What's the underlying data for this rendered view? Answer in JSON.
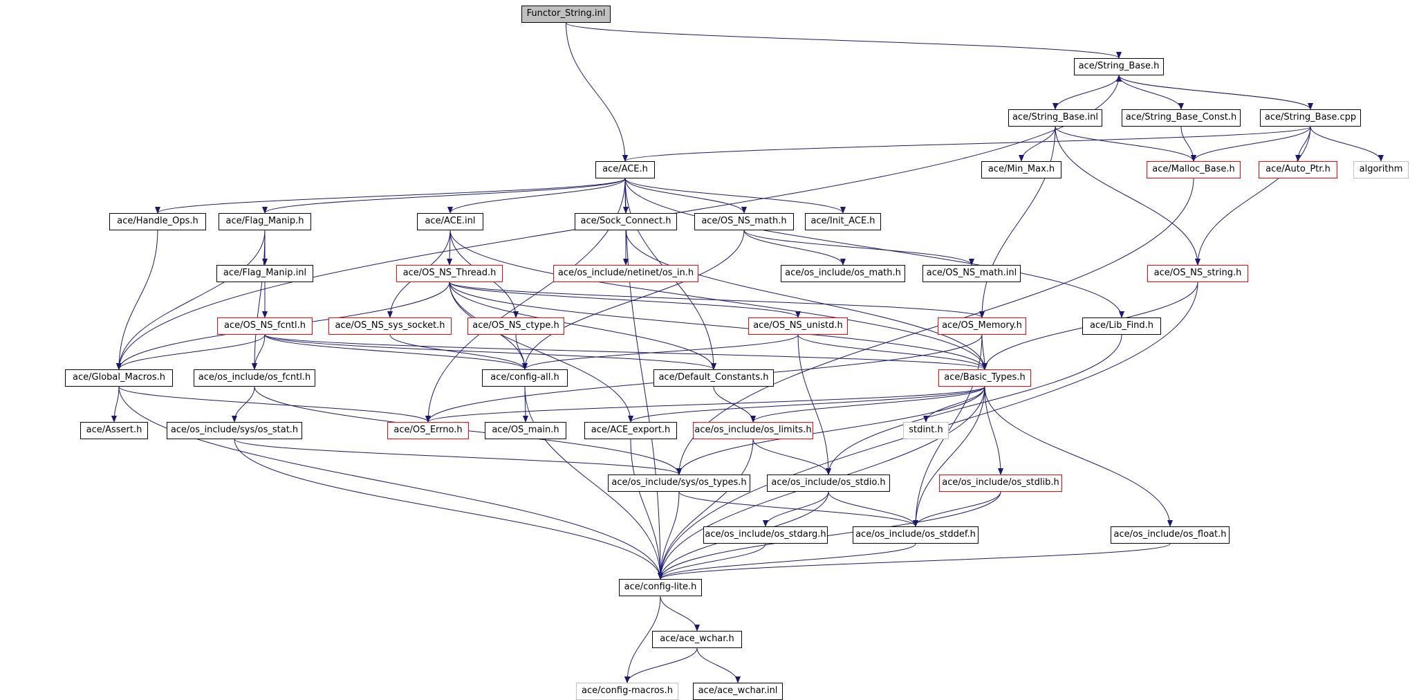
{
  "graph": {
    "edge_color": "#191970",
    "nodes": [
      {
        "id": "functor_string_inl",
        "label": "Functor_String.inl",
        "style": "root"
      },
      {
        "id": "string_base_h",
        "label": "ace/String_Base.h",
        "style": "black"
      },
      {
        "id": "string_base_inl",
        "label": "ace/String_Base.inl",
        "style": "black"
      },
      {
        "id": "string_base_const_h",
        "label": "ace/String_Base_Const.h",
        "style": "black"
      },
      {
        "id": "string_base_cpp",
        "label": "ace/String_Base.cpp",
        "style": "black"
      },
      {
        "id": "ace_h",
        "label": "ace/ACE.h",
        "style": "black"
      },
      {
        "id": "min_max_h",
        "label": "ace/Min_Max.h",
        "style": "black"
      },
      {
        "id": "malloc_base_h",
        "label": "ace/Malloc_Base.h",
        "style": "red"
      },
      {
        "id": "auto_ptr_h",
        "label": "ace/Auto_Ptr.h",
        "style": "red"
      },
      {
        "id": "algorithm",
        "label": "algorithm",
        "style": "gray"
      },
      {
        "id": "handle_ops_h",
        "label": "ace/Handle_Ops.h",
        "style": "black"
      },
      {
        "id": "flag_manip_h",
        "label": "ace/Flag_Manip.h",
        "style": "black"
      },
      {
        "id": "ace_inl",
        "label": "ace/ACE.inl",
        "style": "black"
      },
      {
        "id": "sock_connect_h",
        "label": "ace/Sock_Connect.h",
        "style": "black"
      },
      {
        "id": "os_ns_math_h",
        "label": "ace/OS_NS_math.h",
        "style": "black"
      },
      {
        "id": "init_ace_h",
        "label": "ace/Init_ACE.h",
        "style": "black"
      },
      {
        "id": "flag_manip_inl",
        "label": "ace/Flag_Manip.inl",
        "style": "black"
      },
      {
        "id": "os_ns_thread_h",
        "label": "ace/OS_NS_Thread.h",
        "style": "red"
      },
      {
        "id": "netinet_os_in_h",
        "label": "ace/os_include/netinet/os_in.h",
        "style": "red"
      },
      {
        "id": "os_math_h",
        "label": "ace/os_include/os_math.h",
        "style": "black"
      },
      {
        "id": "os_ns_math_inl",
        "label": "ace/OS_NS_math.inl",
        "style": "black"
      },
      {
        "id": "os_ns_string_h",
        "label": "ace/OS_NS_string.h",
        "style": "red"
      },
      {
        "id": "os_ns_fcntl_h",
        "label": "ace/OS_NS_fcntl.h",
        "style": "red"
      },
      {
        "id": "os_ns_sys_socket_h",
        "label": "ace/OS_NS_sys_socket.h",
        "style": "red"
      },
      {
        "id": "os_ns_ctype_h",
        "label": "ace/OS_NS_ctype.h",
        "style": "red"
      },
      {
        "id": "os_ns_unistd_h",
        "label": "ace/OS_NS_unistd.h",
        "style": "red"
      },
      {
        "id": "os_memory_h",
        "label": "ace/OS_Memory.h",
        "style": "red"
      },
      {
        "id": "lib_find_h",
        "label": "ace/Lib_Find.h",
        "style": "black"
      },
      {
        "id": "global_macros_h",
        "label": "ace/Global_Macros.h",
        "style": "black"
      },
      {
        "id": "os_fcntl_h",
        "label": "ace/os_include/os_fcntl.h",
        "style": "black"
      },
      {
        "id": "config_all_h",
        "label": "ace/config-all.h",
        "style": "black"
      },
      {
        "id": "default_constants_h",
        "label": "ace/Default_Constants.h",
        "style": "black"
      },
      {
        "id": "basic_types_h",
        "label": "ace/Basic_Types.h",
        "style": "red"
      },
      {
        "id": "assert_h",
        "label": "ace/Assert.h",
        "style": "black"
      },
      {
        "id": "sys_os_stat_h",
        "label": "ace/os_include/sys/os_stat.h",
        "style": "black"
      },
      {
        "id": "os_errno_h",
        "label": "ace/OS_Errno.h",
        "style": "red"
      },
      {
        "id": "os_main_h",
        "label": "ace/OS_main.h",
        "style": "black"
      },
      {
        "id": "ace_export_h",
        "label": "ace/ACE_export.h",
        "style": "black"
      },
      {
        "id": "os_limits_h",
        "label": "ace/os_include/os_limits.h",
        "style": "red"
      },
      {
        "id": "stdint_h",
        "label": "stdint.h",
        "style": "gray"
      },
      {
        "id": "sys_os_types_h",
        "label": "ace/os_include/sys/os_types.h",
        "style": "black"
      },
      {
        "id": "os_stdio_h",
        "label": "ace/os_include/os_stdio.h",
        "style": "black"
      },
      {
        "id": "os_stdlib_h",
        "label": "ace/os_include/os_stdlib.h",
        "style": "red"
      },
      {
        "id": "os_stdarg_h",
        "label": "ace/os_include/os_stdarg.h",
        "style": "black"
      },
      {
        "id": "os_stddef_h",
        "label": "ace/os_include/os_stddef.h",
        "style": "black"
      },
      {
        "id": "os_float_h",
        "label": "ace/os_include/os_float.h",
        "style": "black"
      },
      {
        "id": "config_lite_h",
        "label": "ace/config-lite.h",
        "style": "black"
      },
      {
        "id": "ace_wchar_h",
        "label": "ace/ace_wchar.h",
        "style": "black"
      },
      {
        "id": "config_macros_h",
        "label": "ace/config-macros.h",
        "style": "gray"
      },
      {
        "id": "ace_wchar_inl",
        "label": "ace/ace_wchar.inl",
        "style": "black"
      }
    ],
    "edges": [
      [
        "functor_string_inl",
        "string_base_h"
      ],
      [
        "functor_string_inl",
        "ace_h"
      ],
      [
        "string_base_h",
        "global_macros_h"
      ],
      [
        "string_base_h",
        "string_base_inl"
      ],
      [
        "string_base_h",
        "string_base_const_h"
      ],
      [
        "string_base_h",
        "string_base_cpp"
      ],
      [
        "string_base_cpp",
        "string_base_h"
      ],
      [
        "string_base_inl",
        "min_max_h"
      ],
      [
        "string_base_inl",
        "malloc_base_h"
      ],
      [
        "string_base_inl",
        "os_ns_string_h"
      ],
      [
        "string_base_inl",
        "os_memory_h"
      ],
      [
        "string_base_const_h",
        "malloc_base_h"
      ],
      [
        "string_base_cpp",
        "ace_h"
      ],
      [
        "string_base_cpp",
        "malloc_base_h"
      ],
      [
        "string_base_cpp",
        "auto_ptr_h"
      ],
      [
        "string_base_cpp",
        "algorithm"
      ],
      [
        "string_base_cpp",
        "os_ns_string_h"
      ],
      [
        "malloc_base_h",
        "sys_os_types_h"
      ],
      [
        "ace_h",
        "config_lite_h"
      ],
      [
        "ace_h",
        "handle_ops_h"
      ],
      [
        "ace_h",
        "flag_manip_h"
      ],
      [
        "ace_h",
        "ace_inl"
      ],
      [
        "ace_h",
        "sock_connect_h"
      ],
      [
        "ace_h",
        "os_ns_math_h"
      ],
      [
        "ace_h",
        "init_ace_h"
      ],
      [
        "ace_h",
        "lib_find_h"
      ],
      [
        "ace_h",
        "default_constants_h"
      ],
      [
        "ace_h",
        "os_errno_h"
      ],
      [
        "handle_ops_h",
        "global_macros_h"
      ],
      [
        "flag_manip_h",
        "flag_manip_inl"
      ],
      [
        "flag_manip_h",
        "global_macros_h"
      ],
      [
        "flag_manip_h",
        "os_fcntl_h"
      ],
      [
        "flag_manip_inl",
        "os_ns_fcntl_h"
      ],
      [
        "ace_inl",
        "os_ns_thread_h"
      ],
      [
        "ace_inl",
        "os_ns_sys_socket_h"
      ],
      [
        "ace_inl",
        "os_ns_ctype_h"
      ],
      [
        "ace_inl",
        "basic_types_h"
      ],
      [
        "sock_connect_h",
        "netinet_os_in_h"
      ],
      [
        "sock_connect_h",
        "basic_types_h"
      ],
      [
        "os_ns_math_h",
        "os_math_h"
      ],
      [
        "os_ns_math_h",
        "os_ns_math_inl"
      ],
      [
        "os_ns_math_h",
        "config_all_h"
      ],
      [
        "os_ns_thread_h",
        "global_macros_h"
      ],
      [
        "os_ns_thread_h",
        "config_all_h"
      ],
      [
        "os_ns_thread_h",
        "default_constants_h"
      ],
      [
        "os_ns_thread_h",
        "os_ns_unistd_h"
      ],
      [
        "os_ns_thread_h",
        "os_memory_h"
      ],
      [
        "os_ns_thread_h",
        "ace_export_h"
      ],
      [
        "os_ns_thread_h",
        "basic_types_h"
      ],
      [
        "os_ns_fcntl_h",
        "global_macros_h"
      ],
      [
        "os_ns_fcntl_h",
        "os_fcntl_h"
      ],
      [
        "os_ns_fcntl_h",
        "config_all_h"
      ],
      [
        "os_ns_fcntl_h",
        "default_constants_h"
      ],
      [
        "os_ns_fcntl_h",
        "basic_types_h"
      ],
      [
        "os_ns_sys_socket_h",
        "config_all_h"
      ],
      [
        "os_ns_ctype_h",
        "config_all_h"
      ],
      [
        "os_ns_unistd_h",
        "config_all_h"
      ],
      [
        "os_ns_unistd_h",
        "basic_types_h"
      ],
      [
        "os_ns_unistd_h",
        "os_stdio_h"
      ],
      [
        "os_memory_h",
        "basic_types_h"
      ],
      [
        "os_memory_h",
        "os_errno_h"
      ],
      [
        "os_memory_h",
        "os_stddef_h"
      ],
      [
        "os_ns_string_h",
        "basic_types_h"
      ],
      [
        "os_ns_string_h",
        "config_lite_h"
      ],
      [
        "lib_find_h",
        "os_stdio_h"
      ],
      [
        "global_macros_h",
        "assert_h"
      ],
      [
        "global_macros_h",
        "config_lite_h"
      ],
      [
        "global_macros_h",
        "os_errno_h"
      ],
      [
        "os_fcntl_h",
        "sys_os_stat_h"
      ],
      [
        "os_fcntl_h",
        "sys_os_types_h"
      ],
      [
        "config_all_h",
        "os_main_h"
      ],
      [
        "config_all_h",
        "config_lite_h"
      ],
      [
        "default_constants_h",
        "os_limits_h"
      ],
      [
        "basic_types_h",
        "os_errno_h"
      ],
      [
        "basic_types_h",
        "ace_export_h"
      ],
      [
        "basic_types_h",
        "os_limits_h"
      ],
      [
        "basic_types_h",
        "stdint_h"
      ],
      [
        "basic_types_h",
        "sys_os_types_h"
      ],
      [
        "basic_types_h",
        "os_stdlib_h"
      ],
      [
        "basic_types_h",
        "os_stddef_h"
      ],
      [
        "basic_types_h",
        "os_float_h"
      ],
      [
        "basic_types_h",
        "config_lite_h"
      ],
      [
        "sys_os_stat_h",
        "sys_os_types_h"
      ],
      [
        "sys_os_stat_h",
        "config_lite_h"
      ],
      [
        "ace_export_h",
        "config_lite_h"
      ],
      [
        "os_limits_h",
        "os_stdio_h"
      ],
      [
        "os_limits_h",
        "config_lite_h"
      ],
      [
        "sys_os_types_h",
        "os_stddef_h"
      ],
      [
        "sys_os_types_h",
        "config_lite_h"
      ],
      [
        "os_stdio_h",
        "os_stdarg_h"
      ],
      [
        "os_stdio_h",
        "os_stddef_h"
      ],
      [
        "os_stdio_h",
        "config_lite_h"
      ],
      [
        "os_stdlib_h",
        "os_stddef_h"
      ],
      [
        "os_stdlib_h",
        "config_lite_h"
      ],
      [
        "os_stdarg_h",
        "config_lite_h"
      ],
      [
        "os_stddef_h",
        "config_lite_h"
      ],
      [
        "os_float_h",
        "config_lite_h"
      ],
      [
        "config_lite_h",
        "ace_wchar_h"
      ],
      [
        "config_lite_h",
        "config_macros_h"
      ],
      [
        "ace_wchar_h",
        "config_macros_h"
      ],
      [
        "ace_wchar_h",
        "ace_wchar_inl"
      ]
    ]
  }
}
